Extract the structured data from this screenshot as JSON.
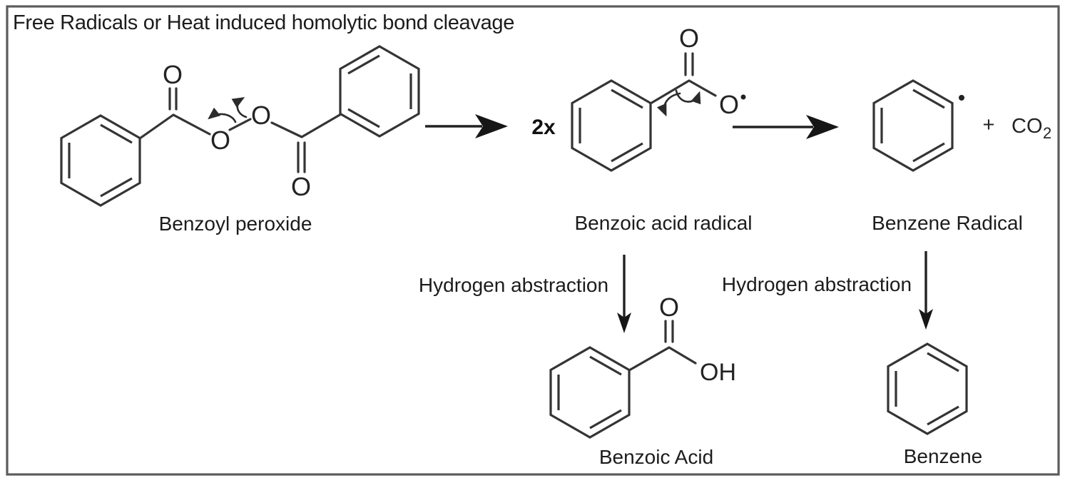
{
  "frame": {
    "border_color": "#5c5c5c",
    "background": "#ffffff",
    "line_color": "#343434",
    "text_color": "#1c1c1c"
  },
  "title": "Free Radicals or Heat induced homolytic bond cleavage",
  "annotations": {
    "multiplier": "2x",
    "plus": "+",
    "co2_main": "CO",
    "co2_sub": "2",
    "hydrogen_abstraction_left": "Hydrogen abstraction",
    "hydrogen_abstraction_right": "Hydrogen abstraction"
  },
  "molecules": {
    "benzoyl_peroxide": {
      "name": "Benzoyl peroxide",
      "o_carbonyl_left": "O",
      "o_peroxide_left": "O",
      "o_peroxide_right": "O",
      "o_carbonyl_right": "O"
    },
    "benzoic_acid_radical": {
      "name": "Benzoic acid radical",
      "o_carbonyl": "O",
      "o_radical": "O"
    },
    "benzene_radical": {
      "name": "Benzene Radical"
    },
    "benzoic_acid": {
      "name": "Benzoic Acid",
      "o_carbonyl": "O",
      "o_hydroxyl": "OH"
    },
    "benzene": {
      "name": "Benzene"
    }
  }
}
